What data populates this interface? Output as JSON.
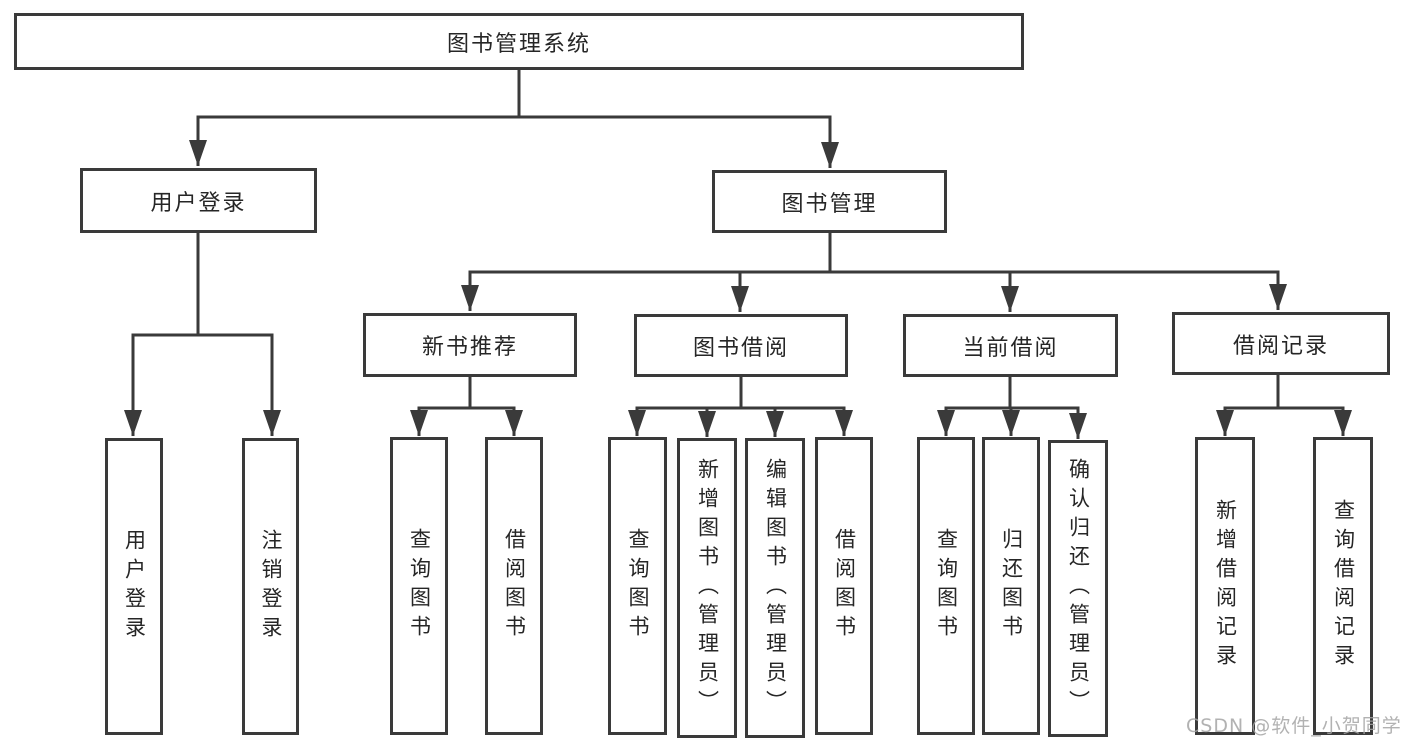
{
  "diagram": {
    "root": {
      "label": "图书管理系统"
    },
    "branches": [
      {
        "label": "用户登录",
        "children": [
          {
            "label": "用户登录"
          },
          {
            "label": "注销登录"
          }
        ]
      },
      {
        "label": "图书管理",
        "children": [
          {
            "label": "新书推荐",
            "children": [
              {
                "label": "查询图书"
              },
              {
                "label": "借阅图书"
              }
            ]
          },
          {
            "label": "图书借阅",
            "children": [
              {
                "label": "查询图书"
              },
              {
                "label": "新增图书（管理员）"
              },
              {
                "label": "编辑图书（管理员）"
              },
              {
                "label": "借阅图书"
              }
            ]
          },
          {
            "label": "当前借阅",
            "children": [
              {
                "label": "查询图书"
              },
              {
                "label": "归还图书"
              },
              {
                "label": "确认归还（管理员）"
              }
            ]
          },
          {
            "label": "借阅记录",
            "children": [
              {
                "label": "新增借阅记录"
              },
              {
                "label": "查询借阅记录"
              }
            ]
          }
        ]
      }
    ]
  },
  "watermark": "CSDN @软件_小贺同学",
  "colors": {
    "line": "#3a3a3a",
    "box_border": "#3a3a3a",
    "text": "#262626",
    "watermark": "#a5a5a5",
    "background": "#ffffff"
  }
}
